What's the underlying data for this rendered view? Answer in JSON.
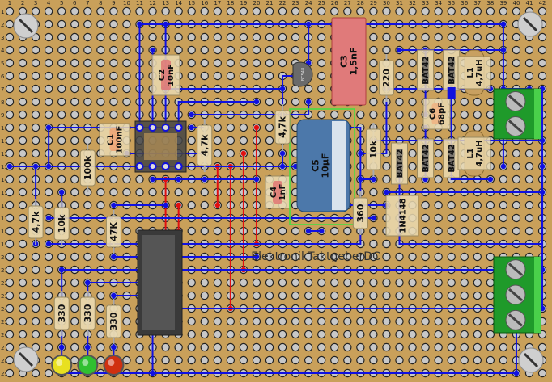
{
  "board": {
    "columns": 42,
    "rows": 29,
    "colors": {
      "board": "#c9a05a",
      "hole": "#c8c8c8",
      "wire_top": "#1010e0",
      "wire_bottom": "#e01010",
      "selection": "#40e040"
    }
  },
  "components": {
    "c1": {
      "name": "C1",
      "value": "100nF"
    },
    "c2": {
      "name": "C2",
      "value": "10nF"
    },
    "c3": {
      "name": "C3",
      "value": "1,5nF"
    },
    "c4": {
      "name": "C4",
      "value": "1nF"
    },
    "c5": {
      "name": "C5",
      "value": "10µF"
    },
    "c6": {
      "name": "C6",
      "value": "68pF"
    },
    "transistor": {
      "value": "BC548"
    },
    "r_100k": {
      "value": "100k"
    },
    "r_47k_ic": {
      "value": "4,7k"
    },
    "r_47k_c5": {
      "value": "4,7k"
    },
    "r_10k_right": {
      "value": "10k"
    },
    "r_360": {
      "value": "360"
    },
    "r_220": {
      "value": "220"
    },
    "r_47k_left": {
      "value": "4,7k"
    },
    "r_10k_left": {
      "value": "10k"
    },
    "r_47K": {
      "value": "47K"
    },
    "r_330_a": {
      "value": "330"
    },
    "r_330_b": {
      "value": "330"
    },
    "r_330_c": {
      "value": "330"
    },
    "d1": {
      "value": "BAT42"
    },
    "d2": {
      "value": "BAT42"
    },
    "d3": {
      "value": "BAT42"
    },
    "d4": {
      "value": "BAT42"
    },
    "d5": {
      "value": "BAT42"
    },
    "d6": {
      "value": "1N4148"
    },
    "l1_top": {
      "name": "L1",
      "value": "4,7uH"
    },
    "l1_bottom": {
      "name": "L1",
      "value": "4,7uH"
    },
    "led_colors": [
      "#e8e020",
      "#30c030",
      "#d03010"
    ]
  },
  "watermark": "ElektronikTaktgeberDC"
}
